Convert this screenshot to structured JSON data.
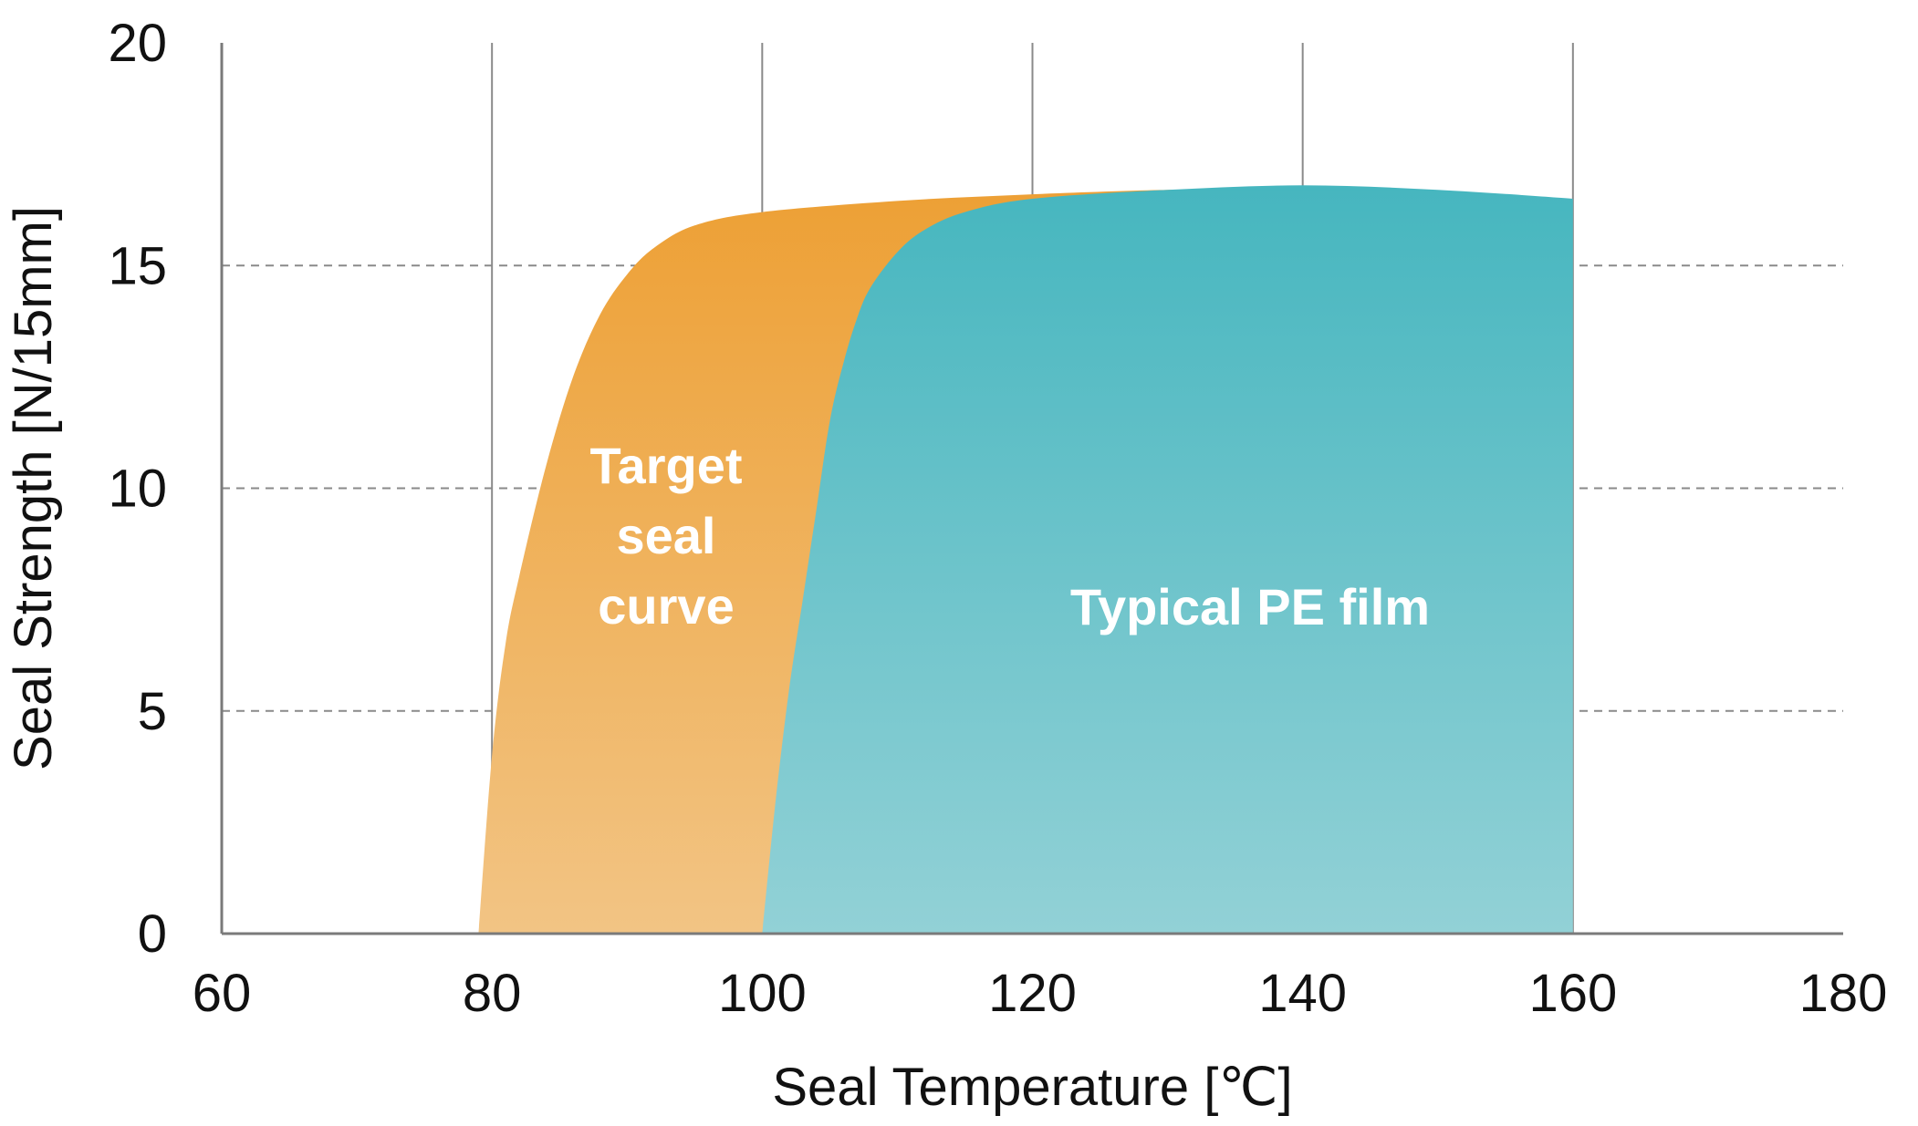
{
  "chart_data": {
    "type": "area",
    "title": "",
    "xlabel": "Seal Temperature [℃]",
    "ylabel": "Seal Strength [N/15mm]",
    "xlim": [
      60,
      180
    ],
    "ylim": [
      0,
      20
    ],
    "x_ticks": [
      "60",
      "80",
      "100",
      "120",
      "140",
      "160",
      "180"
    ],
    "y_ticks": [
      "0",
      "5",
      "10",
      "15",
      "20"
    ],
    "grid": {
      "vertical": "solid",
      "horizontal": "dashed"
    },
    "series": [
      {
        "name": "Target seal curve",
        "label_lines": [
          "Target",
          "seal",
          "curve"
        ],
        "color_top": "#EDA035",
        "color_bottom": "#F2C484",
        "x": [
          79,
          80,
          81,
          82,
          84,
          86,
          88,
          90,
          92,
          95,
          100,
          110,
          120,
          130,
          135
        ],
        "y": [
          0,
          4,
          6.5,
          8,
          10.5,
          12.5,
          13.9,
          14.8,
          15.4,
          15.9,
          16.2,
          16.45,
          16.6,
          16.7,
          16.7
        ]
      },
      {
        "name": "Typical PE film",
        "label_lines": [
          "Typical PE film"
        ],
        "color_top": "#46B6BF",
        "color_bottom": "#92D1D6",
        "x": [
          100,
          101,
          102,
          103,
          104,
          105,
          106,
          107,
          108,
          110,
          112,
          115,
          120,
          130,
          140,
          150,
          160
        ],
        "y": [
          0,
          3,
          5.5,
          7.5,
          9.5,
          11.5,
          12.8,
          13.8,
          14.5,
          15.3,
          15.8,
          16.2,
          16.5,
          16.7,
          16.8,
          16.7,
          16.5
        ]
      }
    ]
  }
}
